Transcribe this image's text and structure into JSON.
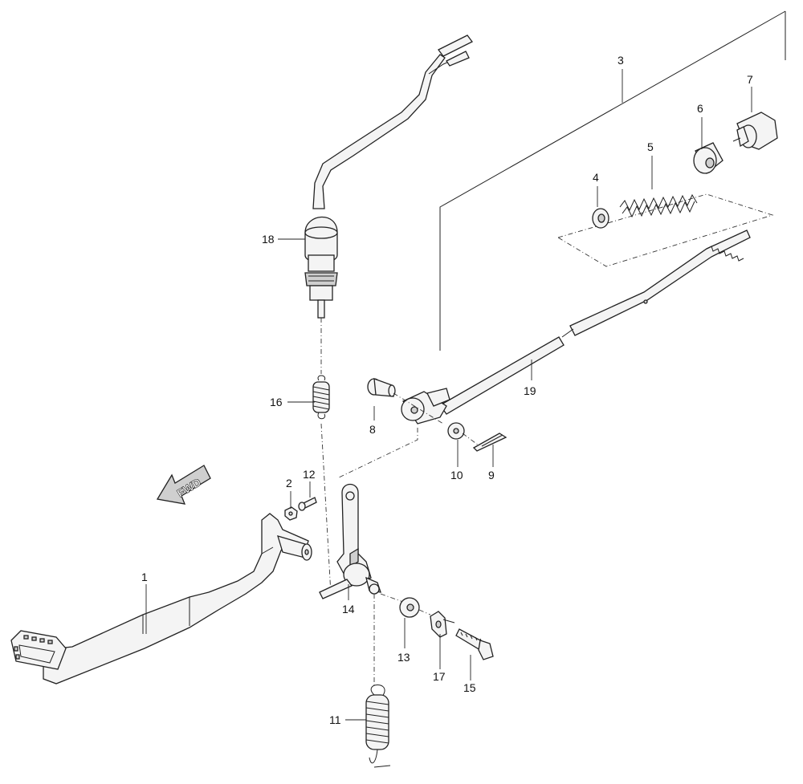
{
  "fwd_label": "FWD",
  "callouts": [
    {
      "id": "c1",
      "text": "1"
    },
    {
      "id": "c2",
      "text": "2"
    },
    {
      "id": "c3",
      "text": "3"
    },
    {
      "id": "c4",
      "text": "4"
    },
    {
      "id": "c5",
      "text": "5"
    },
    {
      "id": "c6",
      "text": "6"
    },
    {
      "id": "c7",
      "text": "7"
    },
    {
      "id": "c8",
      "text": "8"
    },
    {
      "id": "c9",
      "text": "9"
    },
    {
      "id": "c10",
      "text": "10"
    },
    {
      "id": "c11",
      "text": "11"
    },
    {
      "id": "c12",
      "text": "12"
    },
    {
      "id": "c13",
      "text": "13"
    },
    {
      "id": "c14",
      "text": "14"
    },
    {
      "id": "c15",
      "text": "15"
    },
    {
      "id": "c16",
      "text": "16"
    },
    {
      "id": "c17",
      "text": "17"
    },
    {
      "id": "c18",
      "text": "18"
    },
    {
      "id": "c19",
      "text": "19"
    }
  ]
}
